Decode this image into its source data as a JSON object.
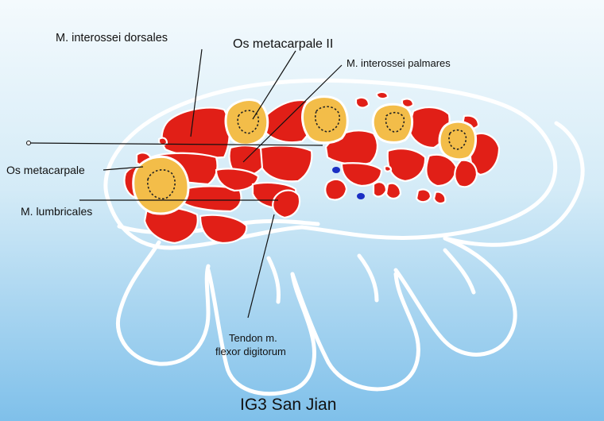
{
  "labels": {
    "interossei_dorsales": "M. interossei dorsales",
    "metacarpale_ii": "Os metacarpale II",
    "interossei_palmares": "M. interossei palmares",
    "metacarpale": "Os metacarpale",
    "lumbricales": "M. lumbricales",
    "tendon_line1": "Tendon m.",
    "tendon_line2": "flexor digitorum",
    "caption": "IG3 San Jian"
  },
  "colors": {
    "background_top": "#f4fafd",
    "background_bottom": "#7fc0ea",
    "muscle": "#e11f17",
    "bone": "#f3bd49",
    "outline": "#ffffff",
    "vessel": "#1a2fc4"
  }
}
